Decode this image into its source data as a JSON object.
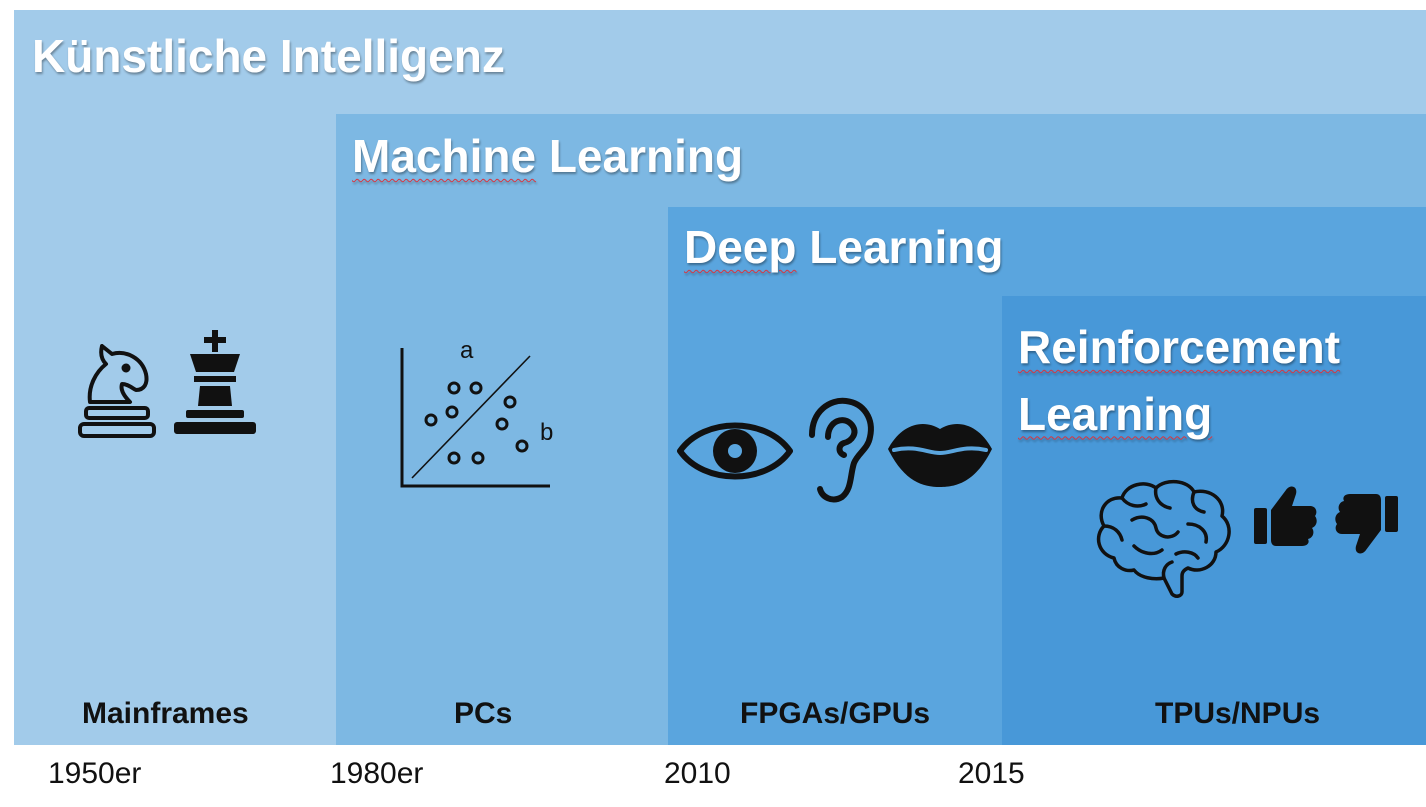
{
  "layers": {
    "ki": {
      "title": "Künstliche Intelligenz",
      "color": "#a2cbea"
    },
    "ml": {
      "title_part1": "Machine",
      "title_part2": " Learning",
      "color": "#7db8e3"
    },
    "dl": {
      "title_part1": "Deep",
      "title_part2": " Learning",
      "color": "#5aa5de"
    },
    "rl": {
      "title_line1": "Reinforcement",
      "title_line2": "Learning",
      "color": "#4898d8"
    }
  },
  "hardware": {
    "mainframes": "Mainframes",
    "pcs": "PCs",
    "fpga_gpu": "FPGAs/GPUs",
    "tpu_npu": "TPUs/NPUs"
  },
  "timeline": {
    "y1950": "1950er",
    "y1980": "1980er",
    "y2010": "2010",
    "y2015": "2015"
  },
  "scatter_labels": {
    "a": "a",
    "b": "b"
  },
  "icons": [
    "chess-knight-icon",
    "chess-king-icon",
    "scatter-plot-icon",
    "eye-icon",
    "ear-icon",
    "lips-icon",
    "brain-icon",
    "thumbs-up-icon",
    "thumbs-down-icon"
  ]
}
